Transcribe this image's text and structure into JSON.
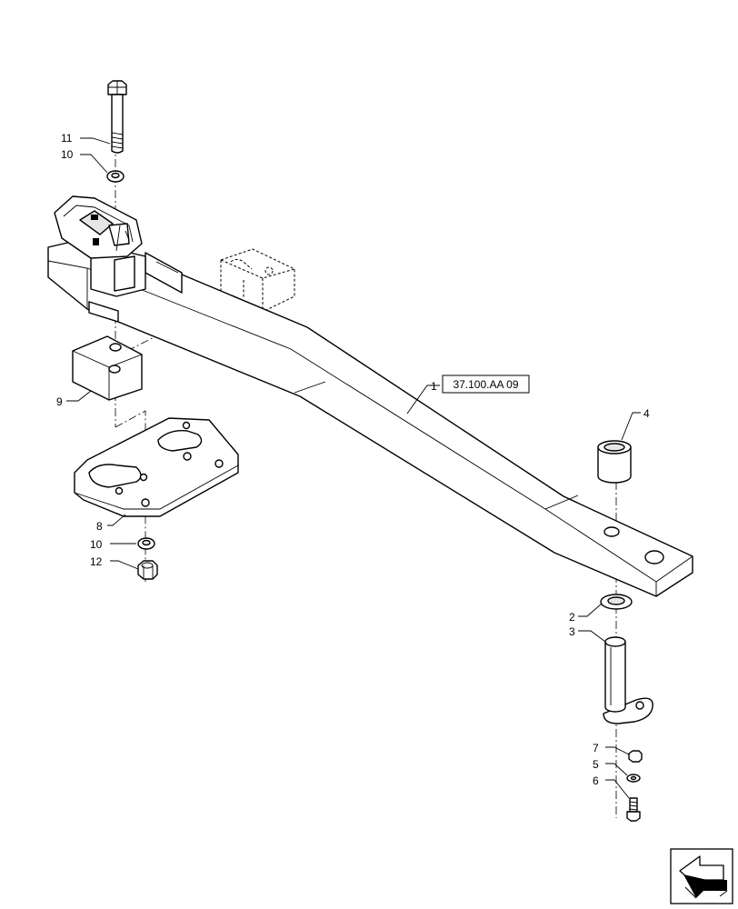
{
  "callouts": {
    "c1": "1",
    "c2": "2",
    "c3": "3",
    "c4": "4",
    "c5": "5",
    "c6": "6",
    "c7": "7",
    "c8": "8",
    "c9": "9",
    "c10_top": "10",
    "c10_bottom": "10",
    "c11": "11",
    "c12": "12"
  },
  "reference": "37.100.AA 09",
  "icons": {
    "nav": "next-page-arrow-icon"
  }
}
